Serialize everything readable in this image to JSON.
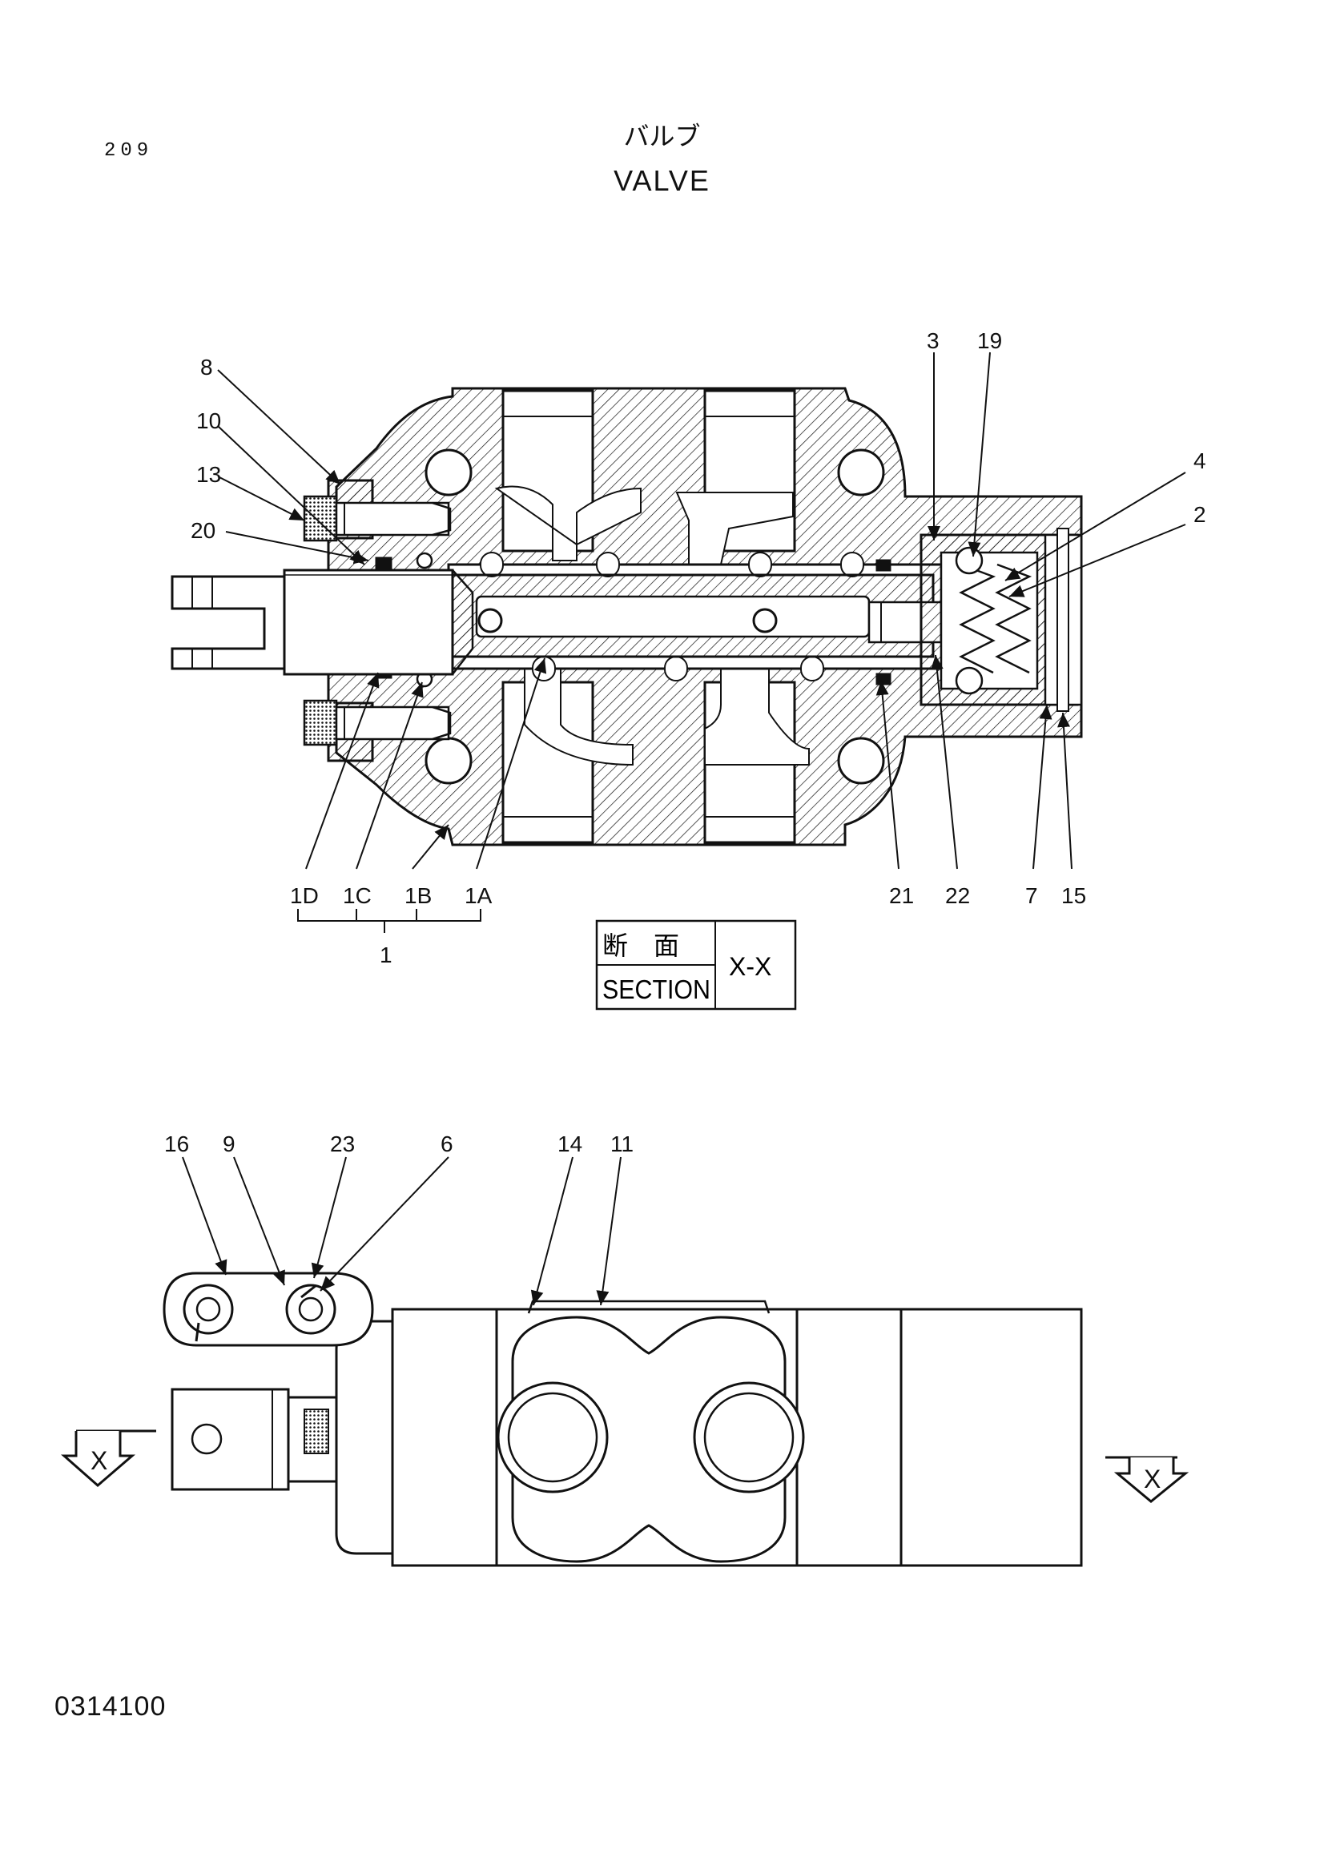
{
  "header": {
    "page_number": "209",
    "title_jp": "バルブ",
    "title_en": "VALVE"
  },
  "section_box": {
    "label_jp": "断　面",
    "label_en": "SECTION",
    "view": "X-X"
  },
  "section_view": {
    "callouts_left": [
      "8",
      "10",
      "13",
      "20"
    ],
    "callouts_top": [
      "3",
      "19"
    ],
    "callouts_right": [
      "4",
      "2"
    ],
    "callouts_bottom": [
      "1D",
      "1C",
      "1B",
      "1A",
      "21",
      "22",
      "7",
      "15"
    ],
    "group_label": "1"
  },
  "external_view": {
    "callouts_top": [
      "16",
      "9",
      "23",
      "6",
      "14",
      "11"
    ],
    "section_marker_left": "X",
    "section_marker_right": "X"
  },
  "footer": {
    "document_code": "0314100"
  },
  "colors": {
    "ink": "#111111",
    "paper": "#ffffff"
  }
}
